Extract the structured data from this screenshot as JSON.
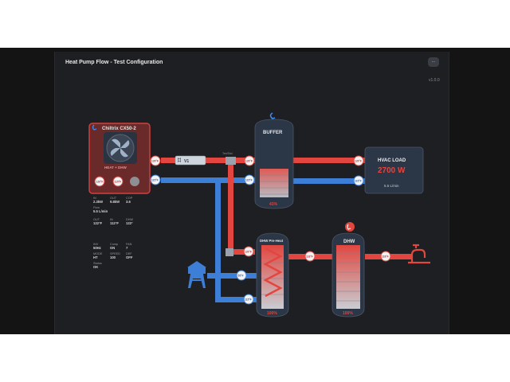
{
  "app": {
    "title": "Heat Pump Flow - Test Configuration",
    "version": "v1.0.0",
    "menu_label": "⋯"
  },
  "heat_pump": {
    "name": "Chiltrix CX50-2",
    "mode": "HEAT + DHW",
    "out_temp": "120°F",
    "in_temp": "115°F",
    "stats": [
      {
        "label": "IN",
        "value": "2.3kW"
      },
      {
        "label": "OUT",
        "value": "9.8kW"
      },
      {
        "label": "COP",
        "value": "3.6"
      },
      {
        "label": "Flow",
        "value": "5.5 L/min"
      },
      {
        "label": "OUT",
        "value": "122°F"
      },
      {
        "label": "IN",
        "value": "112°F"
      },
      {
        "label": "DHW",
        "value": "122°"
      },
      {
        "label": "INV",
        "value": "50Hz"
      },
      {
        "label": "Comp",
        "value": "ON"
      },
      {
        "label": "FAN",
        "value": "7"
      },
      {
        "label": "MODE",
        "value": "HT"
      },
      {
        "label": "SPEED",
        "value": "100"
      },
      {
        "label": "DEF",
        "value": "OFF"
      },
      {
        "label": "Status",
        "value": "OK"
      }
    ]
  },
  "valve": {
    "label": "V1"
  },
  "mix_label": "Tee/Dist",
  "buffer": {
    "name": "BUFFER",
    "top_in": "120°F",
    "bottom_in": "115°F",
    "top_out": "120°F",
    "bottom_out": "115°F",
    "percent": "41%"
  },
  "hvac": {
    "title": "HVAC LOAD",
    "load": "2700 W",
    "flow": "5.5 L/min",
    "supply_temp": "120°F",
    "return_temp": "115°F"
  },
  "preheat": {
    "name": "DHW Pre-Heat",
    "in_temp": "120°F",
    "cold_temp": "55°F",
    "bottom_temp": "115°F",
    "percent": "100%"
  },
  "dhw": {
    "name": "DHW",
    "in_temp": "118°F",
    "out_temp": "118°F",
    "percent": "100%"
  },
  "colors": {
    "hot": "#e2463f",
    "cold": "#3d7fd6",
    "panel": "#1e1f22",
    "tank": "#2b3646",
    "accent": "#3d8bf2"
  }
}
